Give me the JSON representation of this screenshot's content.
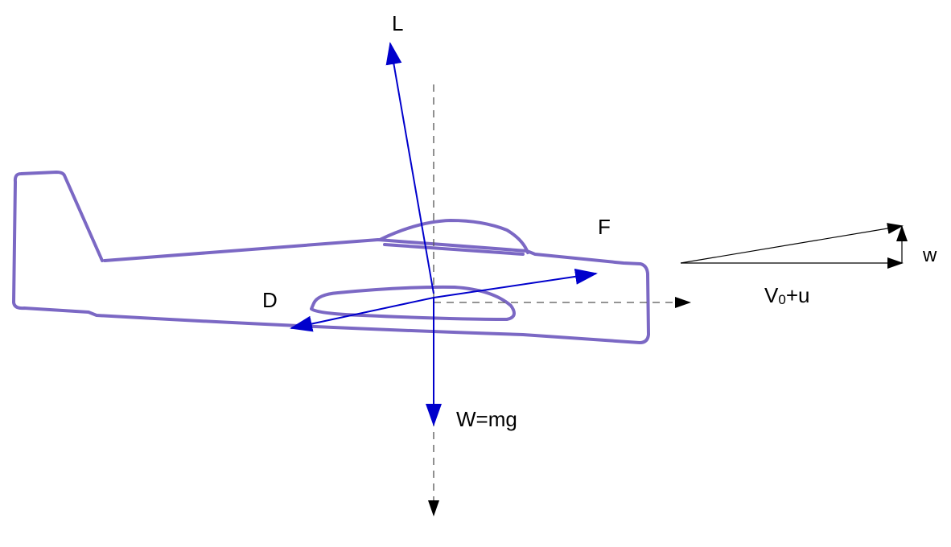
{
  "labels": {
    "lift": "L",
    "drag": "D",
    "thrust": "F",
    "weight": "W=mg",
    "velocity_main": "V",
    "velocity_sub": "0",
    "velocity_rest": "+u",
    "vertical_component": "w"
  },
  "colors": {
    "force_vectors": "#0000cc",
    "aircraft_outline": "#7b68c4",
    "reference_lines": "#555555",
    "velocity_triangle": "#000000"
  }
}
